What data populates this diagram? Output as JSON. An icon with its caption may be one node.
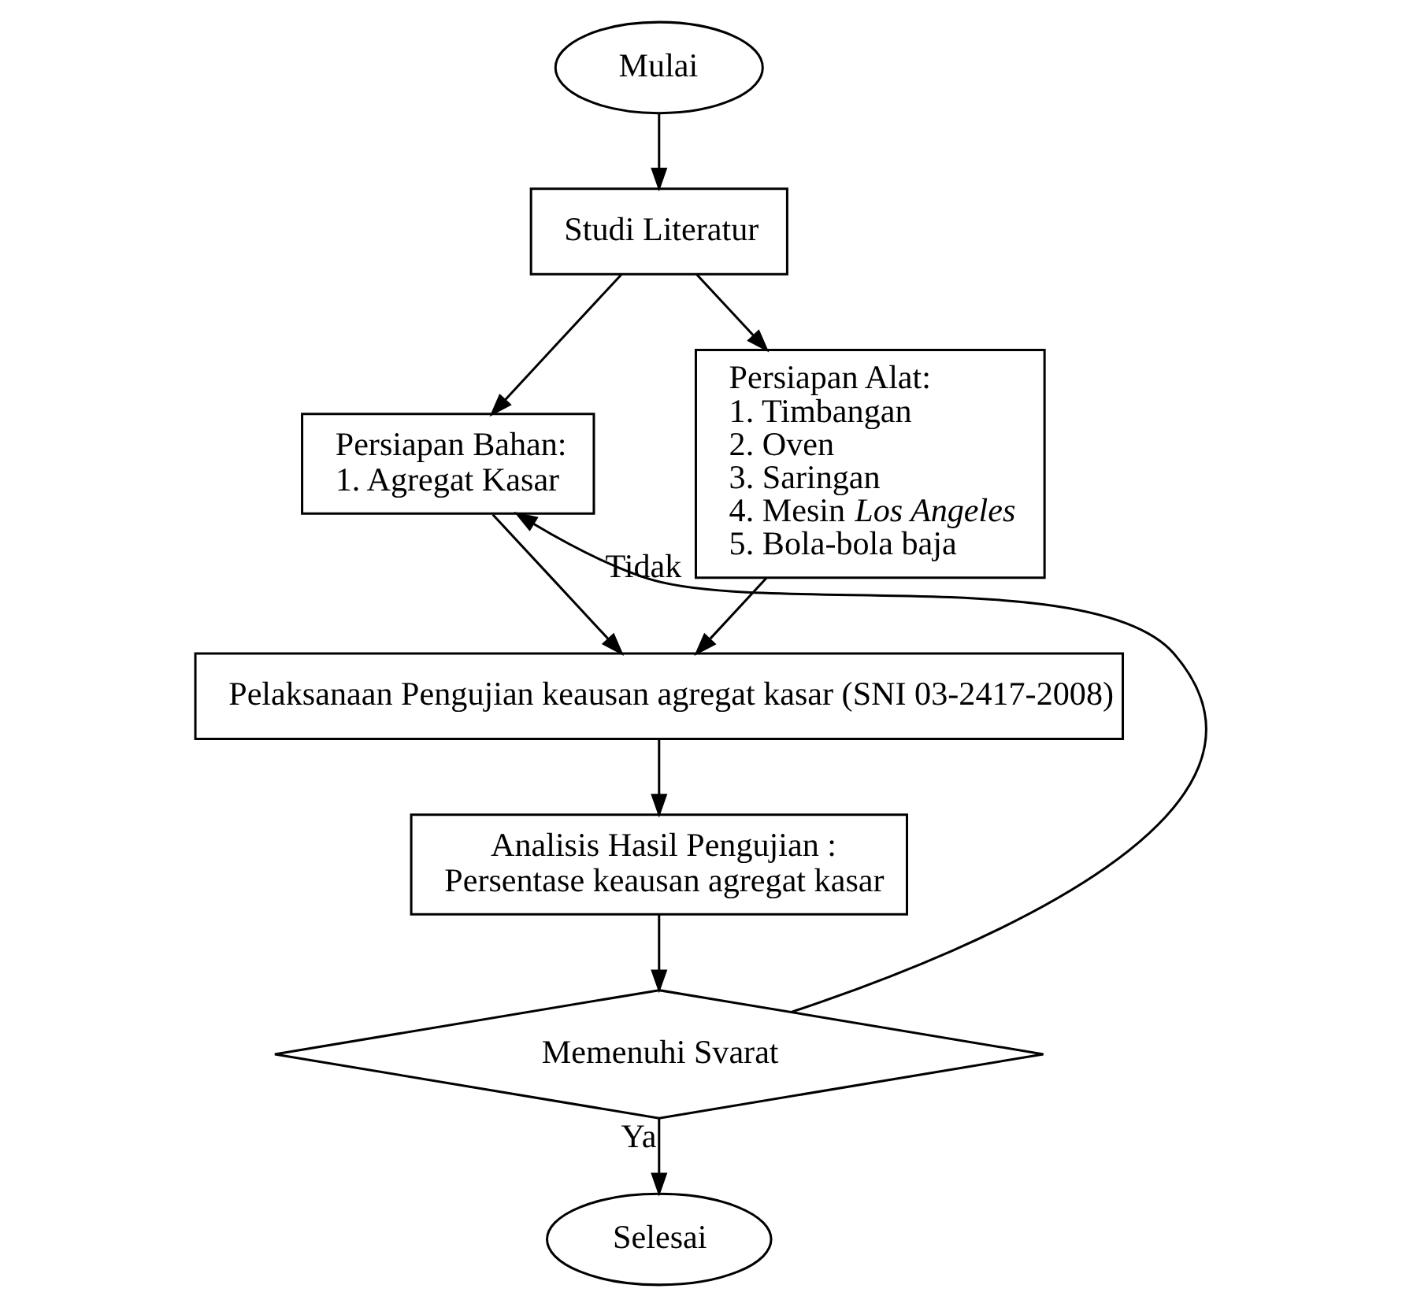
{
  "diagram": {
    "nodes": [
      {
        "text": [
          "Mulai"
        ]
      },
      {
        "text": [
          "Studi Literatur"
        ]
      },
      {
        "text": [
          "Persiapan Bahan:",
          "1. Agregat Kasar"
        ]
      },
      {
        "text": [
          "Persiapan Alat:",
          "1. Timbangan",
          "2. Oven",
          "3. Saringan",
          "4. Mesin *Los Angeles*",
          "5. Bola-bola baja"
        ]
      },
      {
        "text": [
          "Pelaksanaan Pengujian keausan agregat kasar (SNI 03-2417-2008)"
        ]
      },
      {
        "text": [
          "Analisis Hasil Pengujian :",
          "Persentase keausan agregat kasar"
        ]
      },
      {
        "text": [
          "Memenuhi Svarat"
        ]
      },
      {
        "text": [
          "Selesai"
        ]
      }
    ],
    "edges": [
      {
        "from": 0,
        "to": 1,
        "arrow": "to"
      },
      {
        "from": 1,
        "to": 2,
        "arrow": "to"
      },
      {
        "from": 1,
        "to": 3,
        "arrow": "to"
      },
      {
        "from": 2,
        "to": 4,
        "arrow": "to"
      },
      {
        "from": 3,
        "to": 4,
        "arrow": "to"
      },
      {
        "from": 4,
        "to": 5,
        "arrow": "to"
      },
      {
        "from": 5,
        "to": 6,
        "arrow": "to"
      },
      {
        "from": 6,
        "to": 2,
        "arrow": "to",
        "label": "Tidak"
      },
      {
        "from": 6,
        "to": 7,
        "arrow": "to",
        "label": "Ya"
      }
    ]
  }
}
